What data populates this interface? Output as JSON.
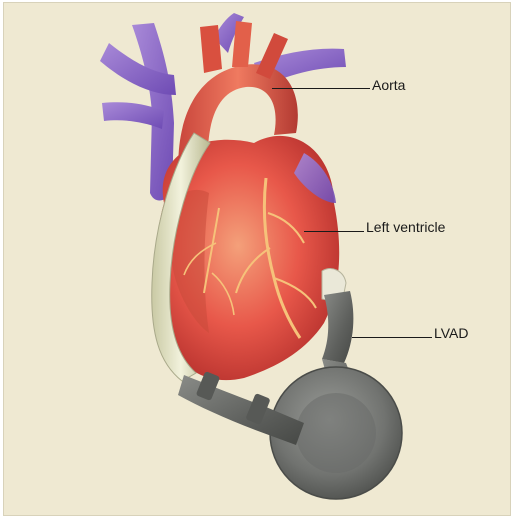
{
  "diagram": {
    "labels": {
      "aorta": "Aorta",
      "left_ventricle": "Left ventricle",
      "lvad": "LVAD"
    }
  },
  "colors": {
    "background": "#efe9d2",
    "heart": "#e8584a",
    "vessels": "#8a63c8",
    "device": "#6d6f6c",
    "tube": "#e6e6c8"
  }
}
